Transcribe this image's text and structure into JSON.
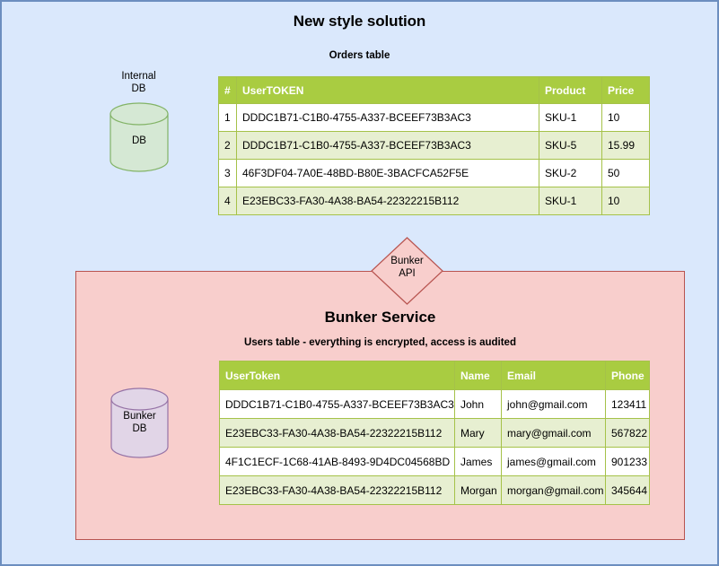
{
  "diagram": {
    "title": "New style solution",
    "background_color": "#dae8fc",
    "border_color": "#6c8ebf"
  },
  "internal_db": {
    "caption_line1": "Internal",
    "caption_line2": "DB",
    "cylinder_label": "DB",
    "fill_color": "#d5e8d4",
    "stroke_color": "#82b366"
  },
  "orders": {
    "caption": "Orders table",
    "headers": [
      "#",
      "UserTOKEN",
      "Product",
      "Price"
    ],
    "rows": [
      [
        "1",
        "DDDC1B71-C1B0-4755-A337-BCEEF73B3AC3",
        "SKU-1",
        "10"
      ],
      [
        "2",
        "DDDC1B71-C1B0-4755-A337-BCEEF73B3AC3",
        "SKU-5",
        "15.99"
      ],
      [
        "3",
        "46F3DF04-7A0E-48BD-B80E-3BACFCA52F5E",
        "SKU-2",
        "50"
      ],
      [
        "4",
        "E23EBC33-FA30-4A38-BA54-22322215B112",
        "SKU-1",
        "10"
      ]
    ],
    "header_color": "#a9cc41",
    "alt_row_color": "#e7efd1"
  },
  "bunker_api": {
    "label_line1": "Bunker",
    "label_line2": "API",
    "fill_color": "#f8cecc",
    "stroke_color": "#b85450"
  },
  "bunker_service": {
    "title": "Bunker Service",
    "fill_color": "#f8cecc",
    "stroke_color": "#b85450"
  },
  "bunker_db": {
    "label_line1": "Bunker",
    "label_line2": "DB",
    "fill_color": "#e1d5e7",
    "stroke_color": "#9673a6"
  },
  "users": {
    "caption": "Users table - everything is encrypted, access is audited",
    "headers": [
      "UserToken",
      "Name",
      "Email",
      "Phone"
    ],
    "rows": [
      [
        "DDDC1B71-C1B0-4755-A337-BCEEF73B3AC3",
        "John",
        "john@gmail.com",
        "123411"
      ],
      [
        "E23EBC33-FA30-4A38-BA54-22322215B112",
        "Mary",
        "mary@gmail.com",
        "567822"
      ],
      [
        "4F1C1ECF-1C68-41AB-8493-9D4DC04568BD",
        "James",
        "james@gmail.com",
        "901233"
      ],
      [
        "E23EBC33-FA30-4A38-BA54-22322215B112",
        "Morgan",
        "morgan@gmail.com",
        "345644"
      ]
    ],
    "header_color": "#a9cc41",
    "alt_row_color": "#e7efd1"
  }
}
